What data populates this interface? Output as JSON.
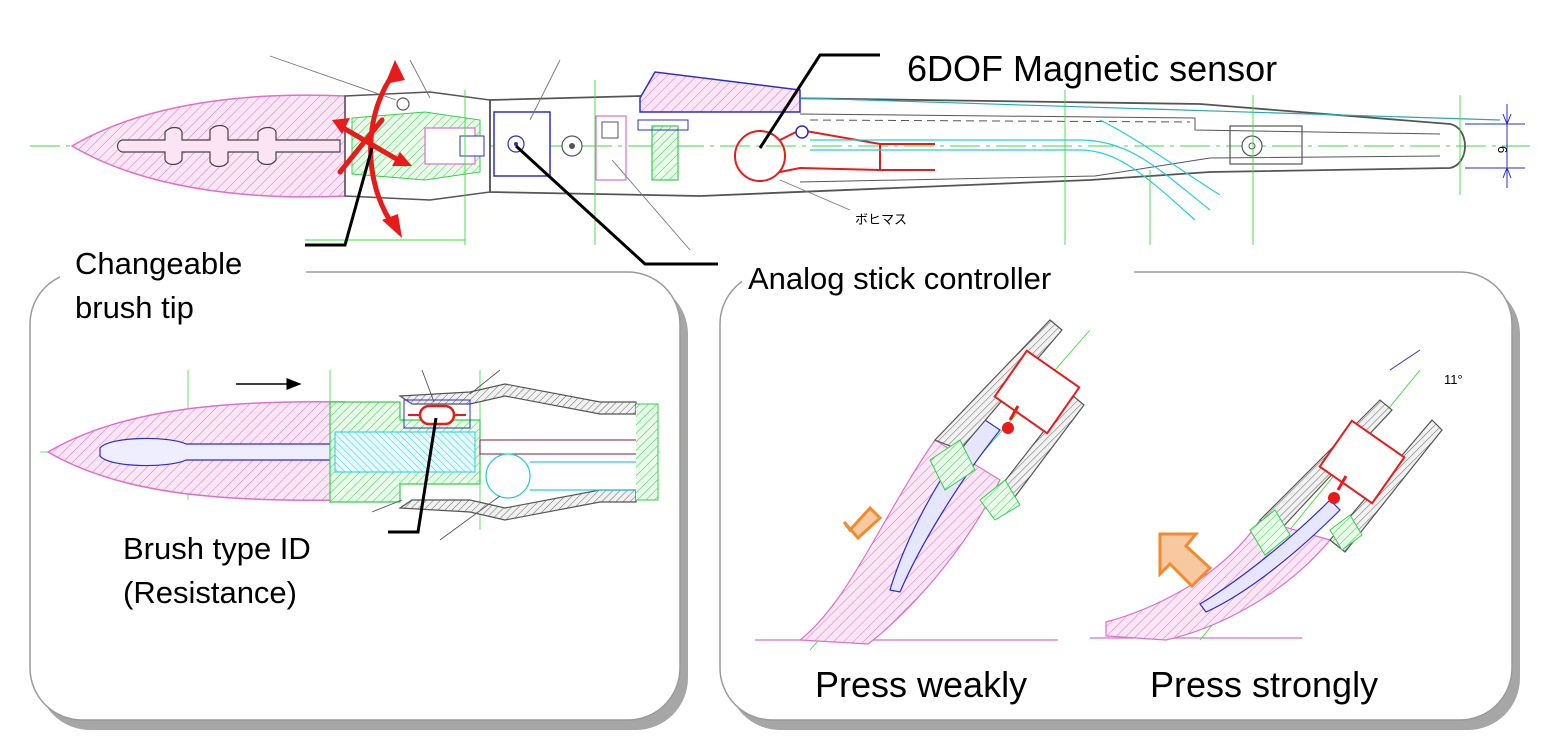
{
  "labels": {
    "magnetic_sensor": "6DOF Magnetic sensor",
    "brush_tip_line1": "Changeable",
    "brush_tip_line2": "brush tip",
    "analog_stick": "Analog stick controller",
    "brush_type_line1": "Brush type ID",
    "brush_type_line2": "(Resistance)",
    "press_weakly": "Press weakly",
    "press_strongly": "Press strongly",
    "katakana_note": "ボヒマス",
    "dimension": "6",
    "angle": "11°"
  },
  "colors": {
    "brush_pink": "#e06fc8",
    "nozzle_green": "#34d04a",
    "body_blue": "#2b2bd6",
    "outline_gray": "#555555",
    "centerline_green": "#3ddc3d",
    "cyan": "#22cfe0",
    "accent_red": "#e81a1a",
    "arrow_orange": "#f28a2e",
    "arrow_fill": "#f8c9a0"
  },
  "icons": {
    "rotation_arrows": "curved-double-arrow-icon",
    "press_weak_arrow": "arrow-up-left-small-icon",
    "press_strong_arrow": "arrow-up-left-large-icon",
    "slide_arrow": "arrow-right-icon"
  }
}
